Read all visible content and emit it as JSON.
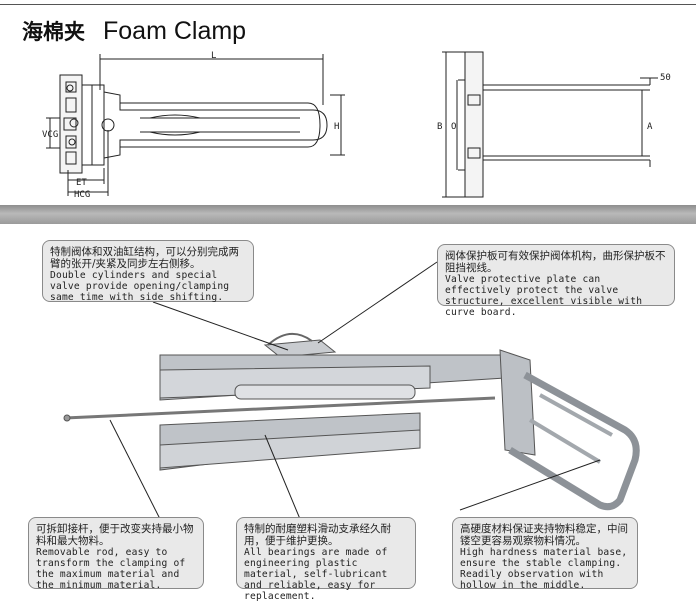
{
  "title": {
    "chinese": "海棉夹",
    "english": "Foam Clamp"
  },
  "dimensions": {
    "length": "L",
    "height": "H",
    "vcg": "VCG",
    "et": "ET",
    "hcg": "HCG",
    "b": "B",
    "o": "O",
    "a": "A",
    "fifty": "50"
  },
  "callouts": {
    "valve": {
      "zh": "特制阀体和双油缸结构，可以分别完成两臂的张开/夹紧及同步左右侧移。",
      "en": "Double cylinders and special valve provide opening/clamping same time with side shifting."
    },
    "plate": {
      "zh": "阀体保护板可有效保护阀体机构，曲形保护板不阻挡视线。",
      "en": "Valve protective plate can effectively protect the valve structure, excellent visible with curve board."
    },
    "rod": {
      "zh": "可拆卸接杆，便于改变夹持最小物料和最大物料。",
      "en": "Removable rod, easy to transform the clamping of the maximum material and the minimum material."
    },
    "bearing": {
      "zh": "特制的耐磨塑料滑动支承经久耐用，便于维护更换。",
      "en": "All bearings are made of engineering plastic material, self-lubricant and reliable, easy for replacement."
    },
    "base": {
      "zh": "高硬度材料保证夹持物料稳定，中间镂空更容易观察物料情况。",
      "en": "High hardness material base, ensure the stable clamping. Readily observation with hollow in the middle."
    }
  },
  "colors": {
    "band": "#a0a0a0",
    "callout_bg": "#e9e9e9",
    "line": "#222222"
  }
}
